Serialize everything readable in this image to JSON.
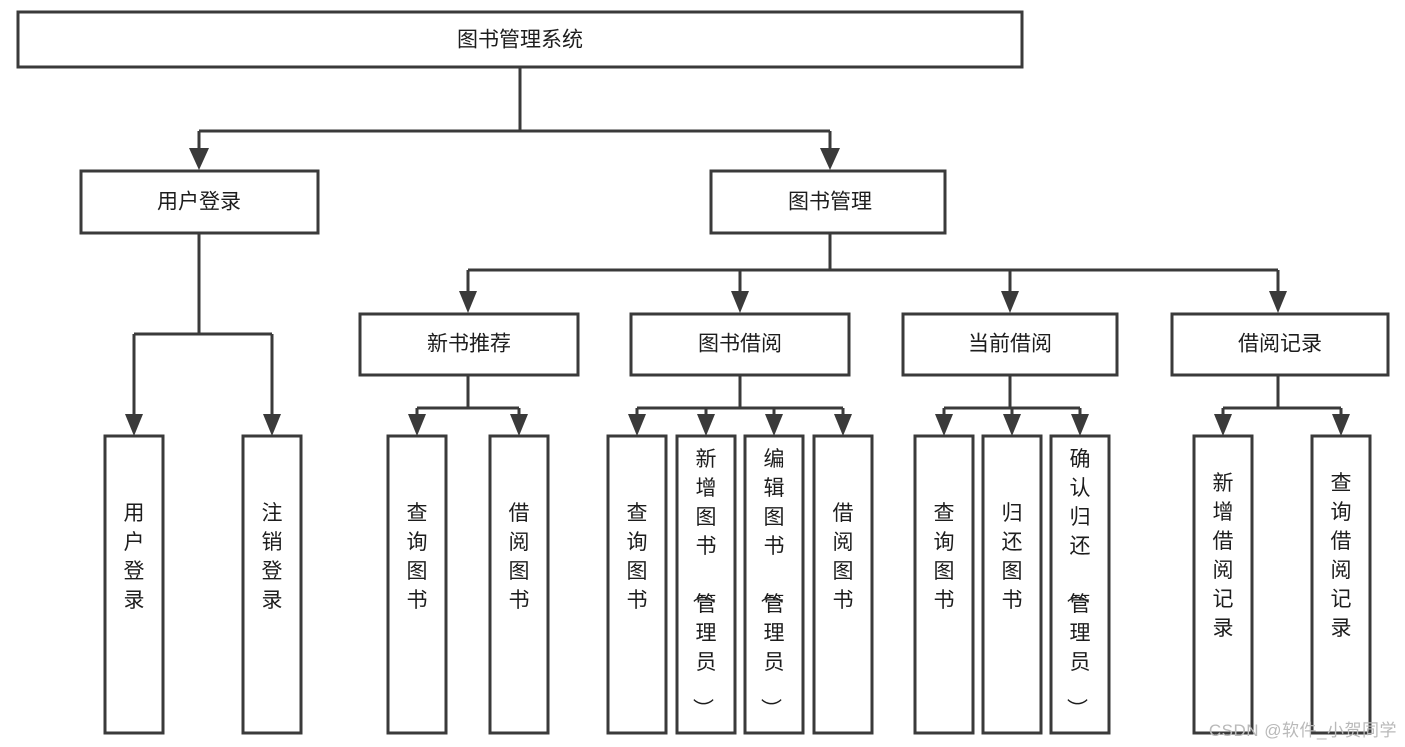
{
  "diagram": {
    "title": "图书管理系统",
    "type": "tree-hierarchy-chart",
    "colors": {
      "box_stroke": "#3a3a3a",
      "box_fill": "#ffffff",
      "connector": "#3a3a3a",
      "text": "#1d1d1d",
      "background": "#ffffff",
      "watermark": "#b9b9b9"
    },
    "nodes": {
      "root": {
        "label": "图书管理系统",
        "orientation": "horizontal"
      },
      "level1": [
        {
          "label": "用户登录",
          "orientation": "horizontal"
        },
        {
          "label": "图书管理",
          "orientation": "horizontal"
        }
      ],
      "level2": [
        {
          "label": "新书推荐",
          "orientation": "horizontal"
        },
        {
          "label": "图书借阅",
          "orientation": "horizontal"
        },
        {
          "label": "当前借阅",
          "orientation": "horizontal"
        },
        {
          "label": "借阅记录",
          "orientation": "horizontal"
        }
      ],
      "leaves": {
        "user_login": [
          {
            "label": "用户登录",
            "orientation": "vertical"
          },
          {
            "label": "注销登录",
            "orientation": "vertical"
          }
        ],
        "new_book_recommend": [
          {
            "label": "查询图书",
            "orientation": "vertical"
          },
          {
            "label": "借阅图书",
            "orientation": "vertical"
          }
        ],
        "book_borrow": [
          {
            "label": "查询图书",
            "orientation": "vertical"
          },
          {
            "label": "新增图书（管理员）",
            "orientation": "vertical"
          },
          {
            "label": "编辑图书（管理员）",
            "orientation": "vertical"
          },
          {
            "label": "借阅图书",
            "orientation": "vertical"
          }
        ],
        "current_borrow": [
          {
            "label": "查询图书",
            "orientation": "vertical"
          },
          {
            "label": "归还图书",
            "orientation": "vertical"
          },
          {
            "label": "确认归还（管理员）",
            "orientation": "vertical"
          }
        ],
        "borrow_record": [
          {
            "label": "新增借阅记录",
            "orientation": "vertical"
          },
          {
            "label": "查询借阅记录",
            "orientation": "vertical"
          }
        ]
      }
    }
  },
  "watermark": {
    "text": "CSDN @软件_小贺同学"
  }
}
